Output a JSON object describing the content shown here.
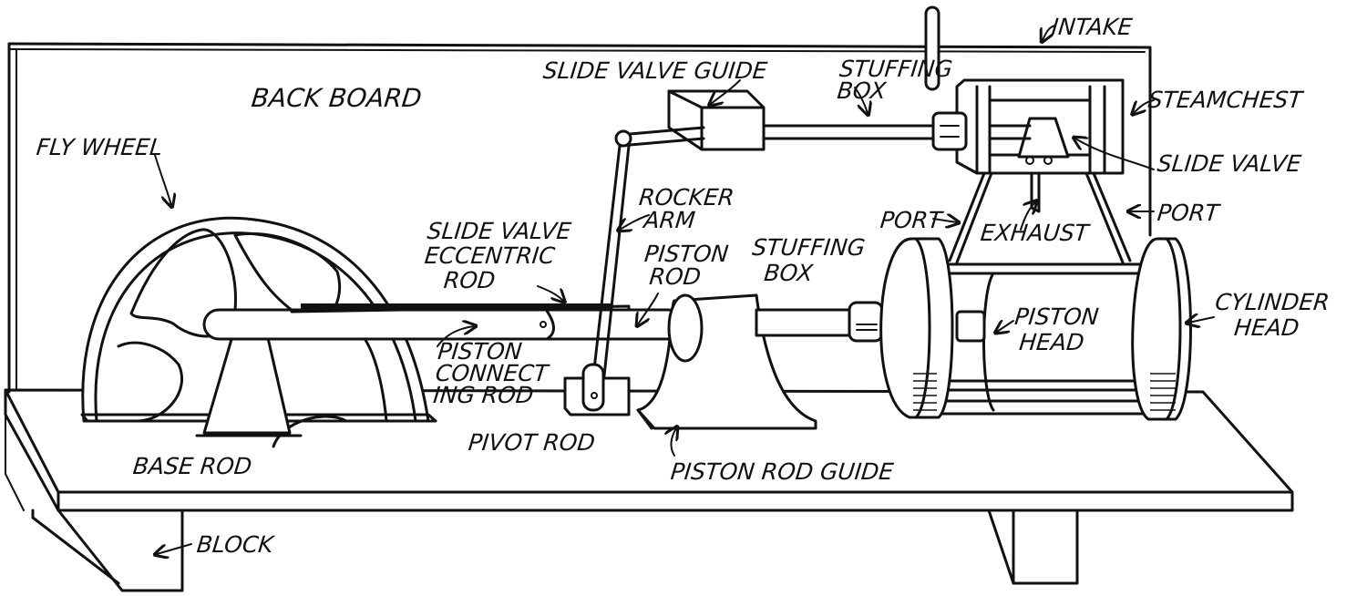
{
  "diagram": {
    "title": "Model steam engine — labeled parts",
    "line_color": "#111111",
    "background": "#ffffff",
    "labels": {
      "intake": "INTAKE",
      "slide_valve_guide": "SLIDE VALVE GUIDE",
      "stuffing_box_top": "STUFFING\nBOX",
      "steamchest": "STEAMCHEST",
      "back_board": "BACK BOARD",
      "fly_wheel": "FLY WHEEL",
      "slide_valve": "SLIDE VALVE",
      "rocker_arm": "ROCKER\n ARM",
      "port_left": "PORT",
      "exhaust": "EXHAUST",
      "port_right": "PORT",
      "slide_valve_eccentric_rod": "SLIDE VALVE\nECCENTRIC\n   ROD",
      "piston_rod": "PISTON\n ROD",
      "stuffing_box_mid": "STUFFING\n  BOX",
      "cylinder_head": "CYLINDER\n   HEAD",
      "piston_head": "PISTON\n HEAD",
      "piston_connecting_rod": "PISTON\nCONNECT\nING ROD",
      "pivot_rod": "PIVOT ROD",
      "base_rod": "BASE ROD",
      "piston_rod_guide": "PISTON ROD GUIDE",
      "block": "BLOCK"
    }
  }
}
